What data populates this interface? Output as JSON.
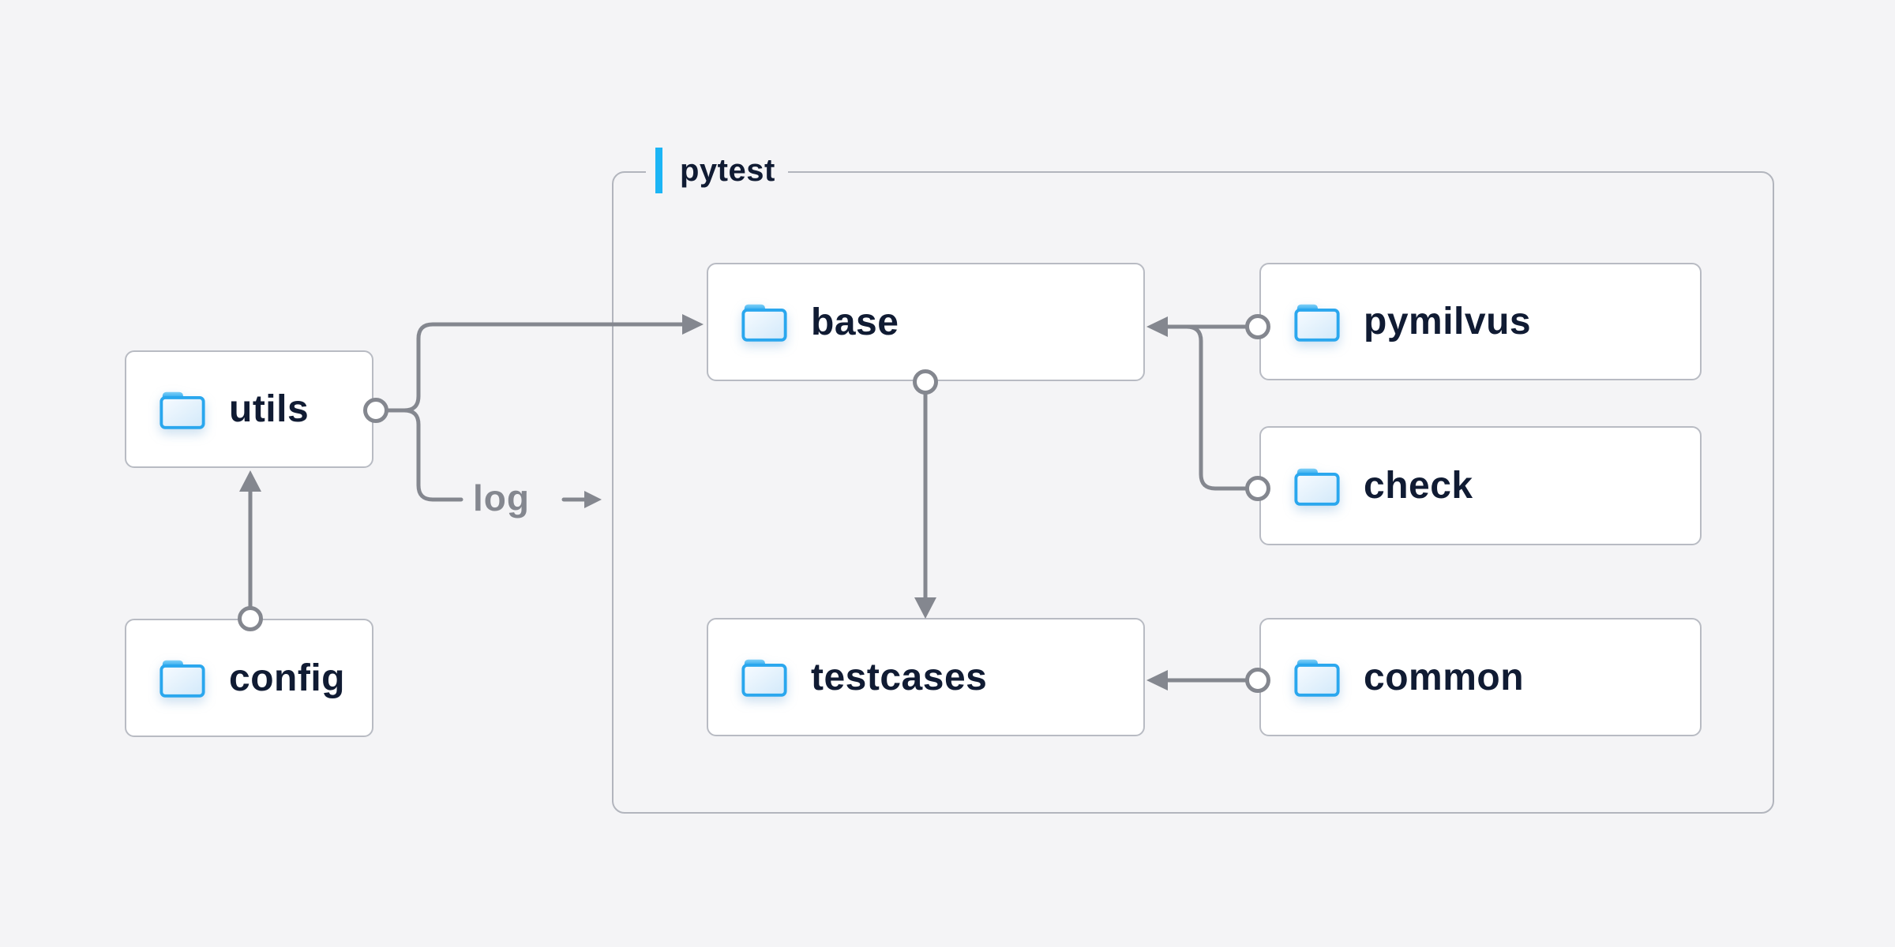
{
  "container": {
    "label": "pytest"
  },
  "log": {
    "label": "log"
  },
  "nodes": {
    "utils": {
      "label": "utils",
      "icon": "folder-icon"
    },
    "config": {
      "label": "config",
      "icon": "folder-icon"
    },
    "base": {
      "label": "base",
      "icon": "folder-icon"
    },
    "pymilvus": {
      "label": "pymilvus",
      "icon": "folder-icon"
    },
    "check": {
      "label": "check",
      "icon": "folder-icon"
    },
    "testcases": {
      "label": "testcases",
      "icon": "folder-icon"
    },
    "common": {
      "label": "common",
      "icon": "folder-icon"
    }
  },
  "edges": [
    {
      "from": "config",
      "to": "utils"
    },
    {
      "from": "utils",
      "to": "base"
    },
    {
      "from": "utils",
      "to": "log"
    },
    {
      "from": "pymilvus",
      "to": "base"
    },
    {
      "from": "check",
      "to": "base"
    },
    {
      "from": "base",
      "to": "testcases"
    },
    {
      "from": "common",
      "to": "testcases"
    }
  ],
  "colors": {
    "background": "#f4f4f6",
    "node_fill": "#ffffff",
    "node_border": "#b8bbc3",
    "group_border": "#b2b5bd",
    "wire_gray": "#84878f",
    "text_navy": "#101b33",
    "accent_blue": "#1cb5f5",
    "folder_blue": "#2aa7ee"
  }
}
